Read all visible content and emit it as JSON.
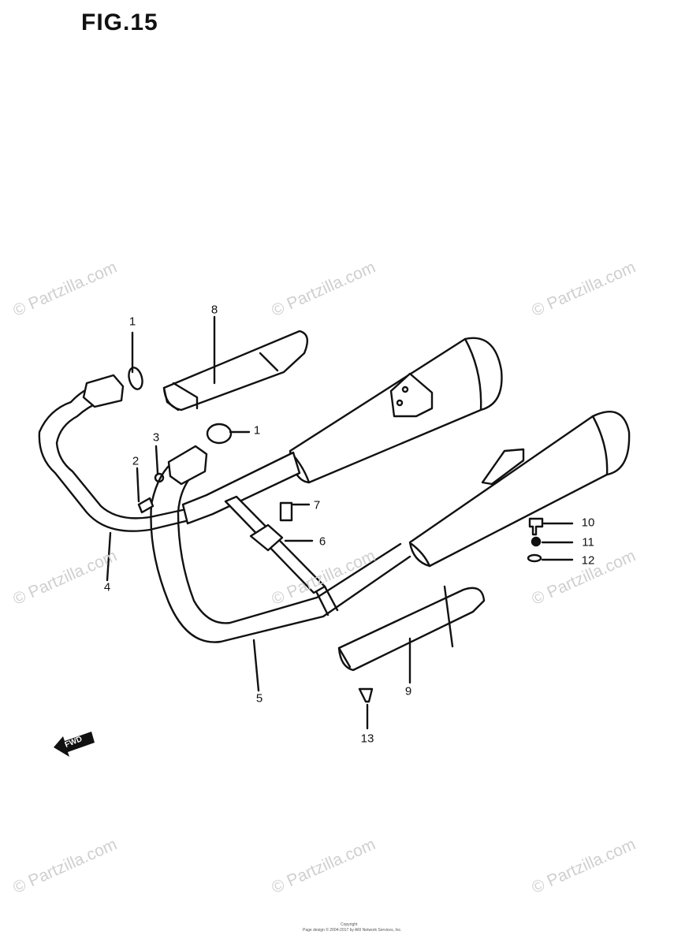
{
  "figure": {
    "title": "FIG.15"
  },
  "callouts": [
    "1",
    "1",
    "2",
    "3",
    "4",
    "5",
    "6",
    "7",
    "8",
    "9",
    "10",
    "11",
    "12",
    "13"
  ],
  "fwd_label": "FWD",
  "watermark": "© Partzilla.com",
  "footer": {
    "line1": "Copyright",
    "line2": "Page design © 2004-2017 by ARI Network Services, Inc."
  }
}
